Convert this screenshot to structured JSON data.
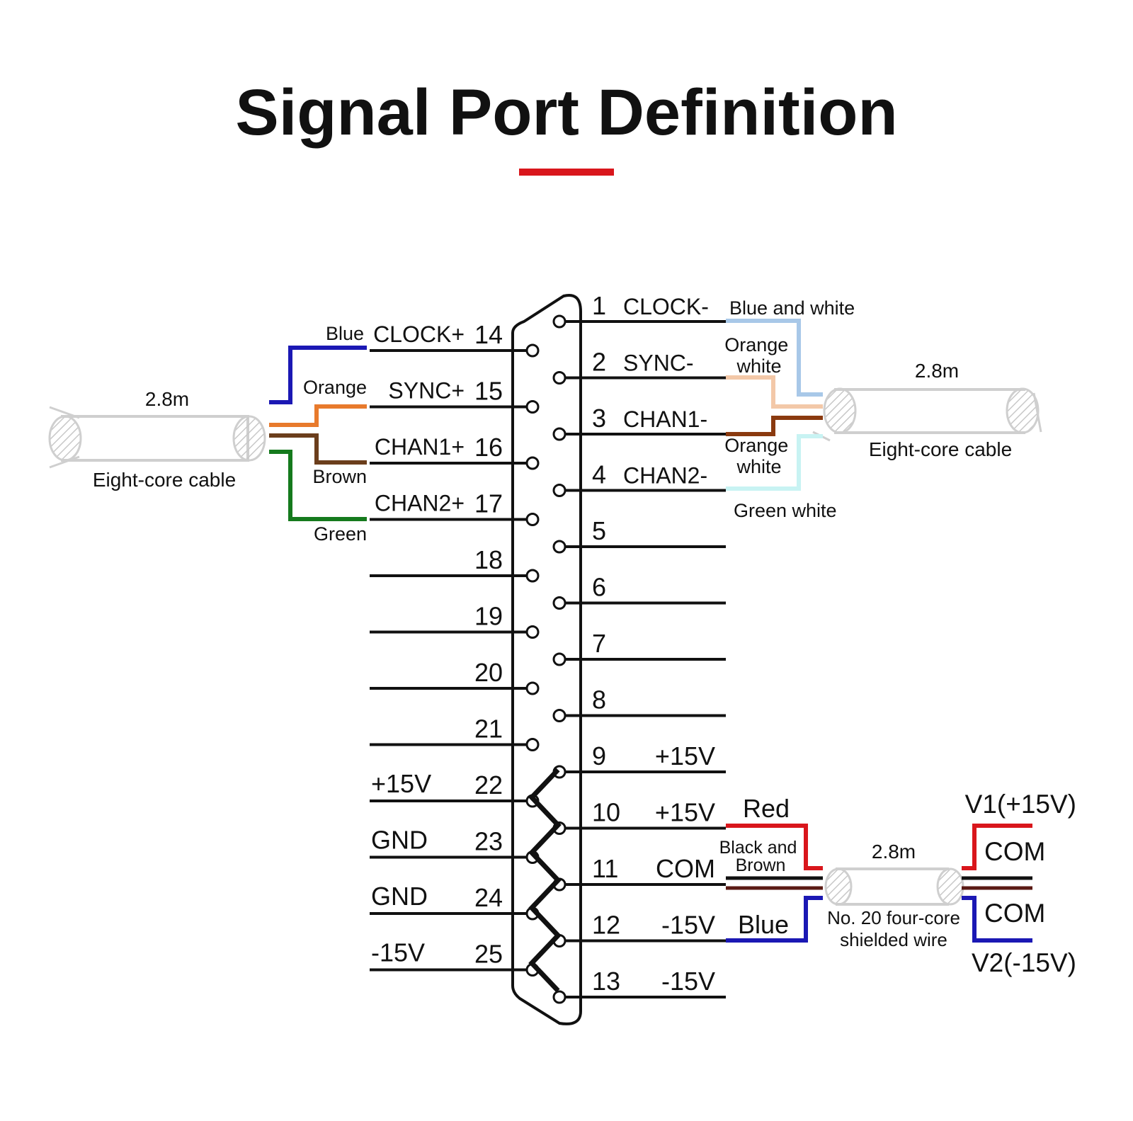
{
  "title": "Signal Port Definition",
  "colors": {
    "accent": "#d9161c",
    "blue": "#1b18b4",
    "orange": "#e87a2c",
    "brown": "#6b3e1c",
    "green": "#157a1d",
    "blue_white": "#a8c8e8",
    "orange_white": "#f3c8a8",
    "brown_dark": "#8a3a0f",
    "green_white": "#c8f3f3",
    "red": "#d9161c",
    "black": "#111111",
    "dark_brown": "#5a1a14"
  },
  "connector": {
    "right_pins": [
      {
        "num": "1",
        "signal": "CLOCK-"
      },
      {
        "num": "2",
        "signal": "SYNC-"
      },
      {
        "num": "3",
        "signal": "CHAN1-"
      },
      {
        "num": "4",
        "signal": "CHAN2-"
      },
      {
        "num": "5",
        "signal": ""
      },
      {
        "num": "6",
        "signal": ""
      },
      {
        "num": "7",
        "signal": ""
      },
      {
        "num": "8",
        "signal": ""
      },
      {
        "num": "9",
        "signal": "+15V"
      },
      {
        "num": "10",
        "signal": "+15V"
      },
      {
        "num": "11",
        "signal": "COM"
      },
      {
        "num": "12",
        "signal": "-15V"
      },
      {
        "num": "13",
        "signal": "-15V"
      }
    ],
    "left_pins": [
      {
        "num": "14",
        "signal": "CLOCK+"
      },
      {
        "num": "15",
        "signal": "SYNC+"
      },
      {
        "num": "16",
        "signal": "CHAN1+"
      },
      {
        "num": "17",
        "signal": "CHAN2+"
      },
      {
        "num": "18",
        "signal": ""
      },
      {
        "num": "19",
        "signal": ""
      },
      {
        "num": "20",
        "signal": ""
      },
      {
        "num": "21",
        "signal": ""
      },
      {
        "num": "22",
        "signal": "+15V"
      },
      {
        "num": "23",
        "signal": "GND"
      },
      {
        "num": "24",
        "signal": "GND"
      },
      {
        "num": "25",
        "signal": "-15V"
      }
    ]
  },
  "left_cable": {
    "length": "2.8m",
    "label": "Eight-core cable",
    "wires": [
      "Blue",
      "Orange",
      "Brown",
      "Green"
    ]
  },
  "right_cable": {
    "length": "2.8m",
    "label": "Eight-core cable",
    "wires": [
      "Blue and white",
      "Orange white",
      "Orange white",
      "Green white"
    ]
  },
  "power_cable": {
    "length": "2.8m",
    "label_line1": "No. 20 four-core",
    "label_line2": "shielded wire",
    "wire_red": "Red",
    "wire_black_brown": "Black and Brown",
    "wire_blue": "Blue",
    "out_v1": "V1(+15V)",
    "out_com1": "COM",
    "out_com2": "COM",
    "out_v2": "V2(-15V)"
  }
}
